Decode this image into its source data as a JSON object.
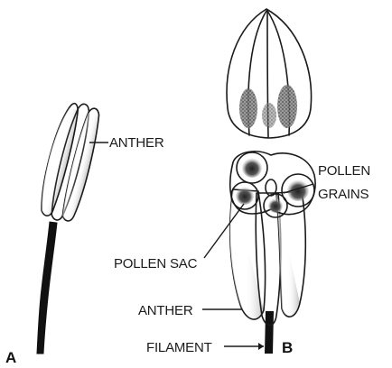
{
  "figure_labels": {
    "anther_a": "ANTHER",
    "pollen_grains_line1": "POLLEN",
    "pollen_grains_line2": "GRAINS",
    "pollen_sac": "POLLEN SAC",
    "anther_b": "ANTHER",
    "filament": "FILAMENT",
    "panel_a": "A",
    "panel_b": "B"
  },
  "colors": {
    "ink": "#1a1a1a",
    "stipple_light": "#d9d9d9",
    "stipple_dark": "#4a4a4a",
    "filament": "#111111"
  }
}
